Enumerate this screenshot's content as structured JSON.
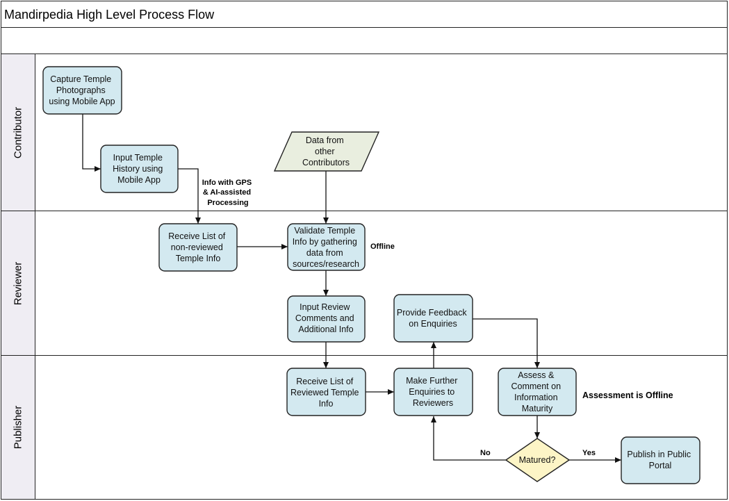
{
  "title": "Mandirpedia High Level Process Flow",
  "lanes": {
    "contributor": "Contributor",
    "reviewer": "Reviewer",
    "publisher": "Publisher"
  },
  "colors": {
    "process_fill": "#d3e9f0",
    "data_fill": "#e9eedf",
    "decision_fill": "#fdf5c6",
    "lane_header_fill": "#efedf3",
    "stroke": "#222222"
  },
  "nodes": {
    "capture": [
      "Capture Temple",
      "Photographs",
      "using Mobile App"
    ],
    "input_history": [
      "Input Temple",
      "History using",
      "Mobile App"
    ],
    "data_other": [
      "Data from",
      "other",
      "Contributors"
    ],
    "receive_nonreviewed": [
      "Receive List of",
      "non-reviewed",
      "Temple Info"
    ],
    "validate": [
      "Validate Temple",
      "Info by gathering",
      "data from",
      "sources/research"
    ],
    "input_review": [
      "Input Review",
      "Comments and",
      "Additional Info"
    ],
    "provide_feedback": [
      "Provide Feedback",
      "on Enquiries"
    ],
    "receive_reviewed": [
      "Receive List of",
      "Reviewed Temple",
      "Info"
    ],
    "further_enquiries": [
      "Make Further",
      "Enquiries to",
      "Reviewers"
    ],
    "assess": [
      "Assess &",
      "Comment on",
      "Information",
      "Maturity"
    ],
    "matured": [
      "Matured?"
    ],
    "publish": [
      "Publish in Public",
      "Portal"
    ]
  },
  "notes": {
    "gps": [
      "Info with GPS",
      "& AI-assisted",
      "Processing"
    ],
    "offline": "Offline",
    "assessment_offline": "Assessment is Offline",
    "no": "No",
    "yes": "Yes"
  }
}
